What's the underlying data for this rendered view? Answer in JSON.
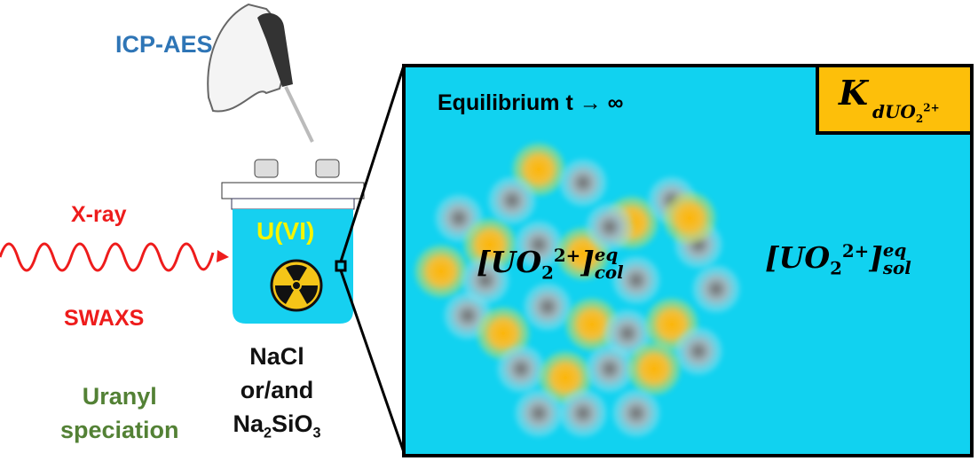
{
  "labels": {
    "icp_aes": "ICP-AES",
    "x_ray": "X-ray",
    "swaxs": "SWAXS",
    "uranyl_line1": "Uranyl",
    "uranyl_line2": "speciation",
    "vessel_content": "U(VI)",
    "salt_line1": "NaCl",
    "salt_line2": "or/and",
    "salt_line3_prefix": "Na",
    "salt_line3_sub1": "2",
    "salt_line3_mid": "SiO",
    "salt_line3_sub2": "3"
  },
  "panel": {
    "title": "Equilibrium t → ∞",
    "k_symbol": "K",
    "k_subscript": "dUO",
    "k_sub2": "2",
    "k_sup": "2+",
    "col_base": "[UO",
    "col_sub": "2",
    "col_sup": "2+",
    "col_close": "]",
    "col_eq": "eq",
    "col_phase": "col",
    "sol_phase": "sol"
  },
  "colors": {
    "solution": "#11d2f0",
    "k_box": "#fdbf0a",
    "xray": "#ee1c1c",
    "icp": "#2e75b6",
    "uranyl": "#538135"
  }
}
